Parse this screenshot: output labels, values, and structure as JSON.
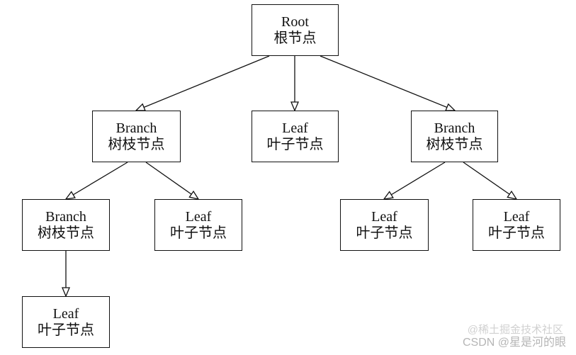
{
  "diagram": {
    "nodes": {
      "root": {
        "en": "Root",
        "zh": "根节点"
      },
      "branch_1": {
        "en": "Branch",
        "zh": "树枝节点"
      },
      "leaf_1": {
        "en": "Leaf",
        "zh": "叶子节点"
      },
      "branch_2": {
        "en": "Branch",
        "zh": "树枝节点"
      },
      "branch_3": {
        "en": "Branch",
        "zh": "树枝节点"
      },
      "leaf_2": {
        "en": "Leaf",
        "zh": "叶子节点"
      },
      "leaf_3": {
        "en": "Leaf",
        "zh": "叶子节点"
      },
      "leaf_4": {
        "en": "Leaf",
        "zh": "叶子节点"
      },
      "leaf_5": {
        "en": "Leaf",
        "zh": "叶子节点"
      }
    },
    "edges": [
      {
        "from": "root",
        "to": "branch_1"
      },
      {
        "from": "root",
        "to": "leaf_1"
      },
      {
        "from": "root",
        "to": "branch_2"
      },
      {
        "from": "branch_1",
        "to": "branch_3"
      },
      {
        "from": "branch_1",
        "to": "leaf_2"
      },
      {
        "from": "branch_2",
        "to": "leaf_3"
      },
      {
        "from": "branch_2",
        "to": "leaf_4"
      },
      {
        "from": "branch_3",
        "to": "leaf_5"
      }
    ],
    "colors": {
      "stroke": "#111111",
      "background": "#ffffff"
    }
  },
  "watermark": {
    "top": "@稀土掘金技术社区",
    "bottom": "CSDN @星是河的眼"
  }
}
